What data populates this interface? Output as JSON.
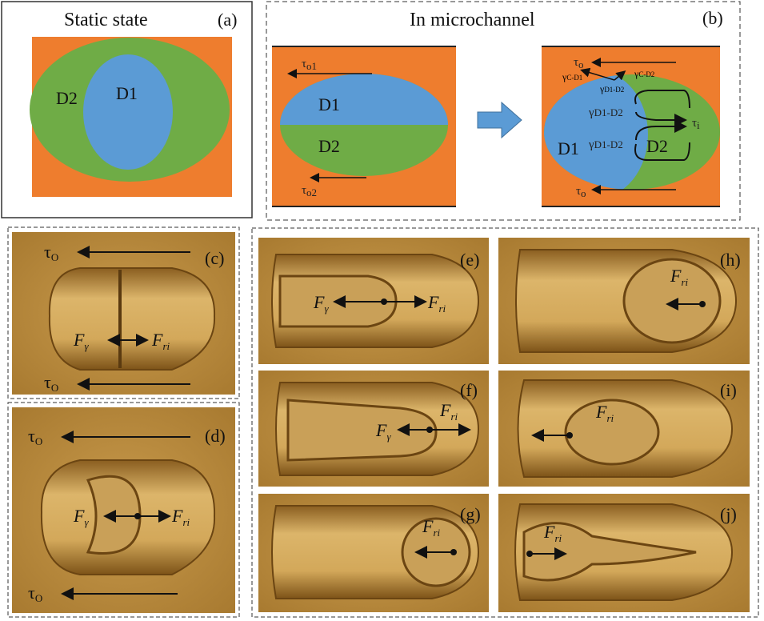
{
  "panels": {
    "a": {
      "tag": "(a)",
      "title": "Static state",
      "d1": "D1",
      "d2": "D2"
    },
    "b": {
      "tag": "(b)",
      "title": "In microchannel",
      "left": {
        "d1": "D1",
        "d2": "D2",
        "tau": "τ",
        "o1": "o1",
        "o2": "o2"
      },
      "right": {
        "d1": "D1",
        "d2": "D2",
        "tau": "τ",
        "o": "o",
        "i": "i",
        "gamma": "γ",
        "c_d1": "C-D1",
        "c_d2": "C-D2",
        "d1_d2": "D1-D2"
      }
    },
    "c": {
      "tag": "(c)"
    },
    "d": {
      "tag": "(d)"
    },
    "e": {
      "tag": "(e)"
    },
    "f": {
      "tag": "(f)"
    },
    "g": {
      "tag": "(g)"
    },
    "h": {
      "tag": "(h)"
    },
    "i": {
      "tag": "(i)"
    },
    "j": {
      "tag": "(j)"
    }
  },
  "symbols": {
    "tau": "τ",
    "O": "O",
    "F": "F",
    "gamma": "γ",
    "ri": "ri"
  },
  "colors": {
    "orange": "#ee7d2e",
    "green": "#6fac46",
    "blue": "#5b9bd5",
    "photo": "#b8883a"
  }
}
